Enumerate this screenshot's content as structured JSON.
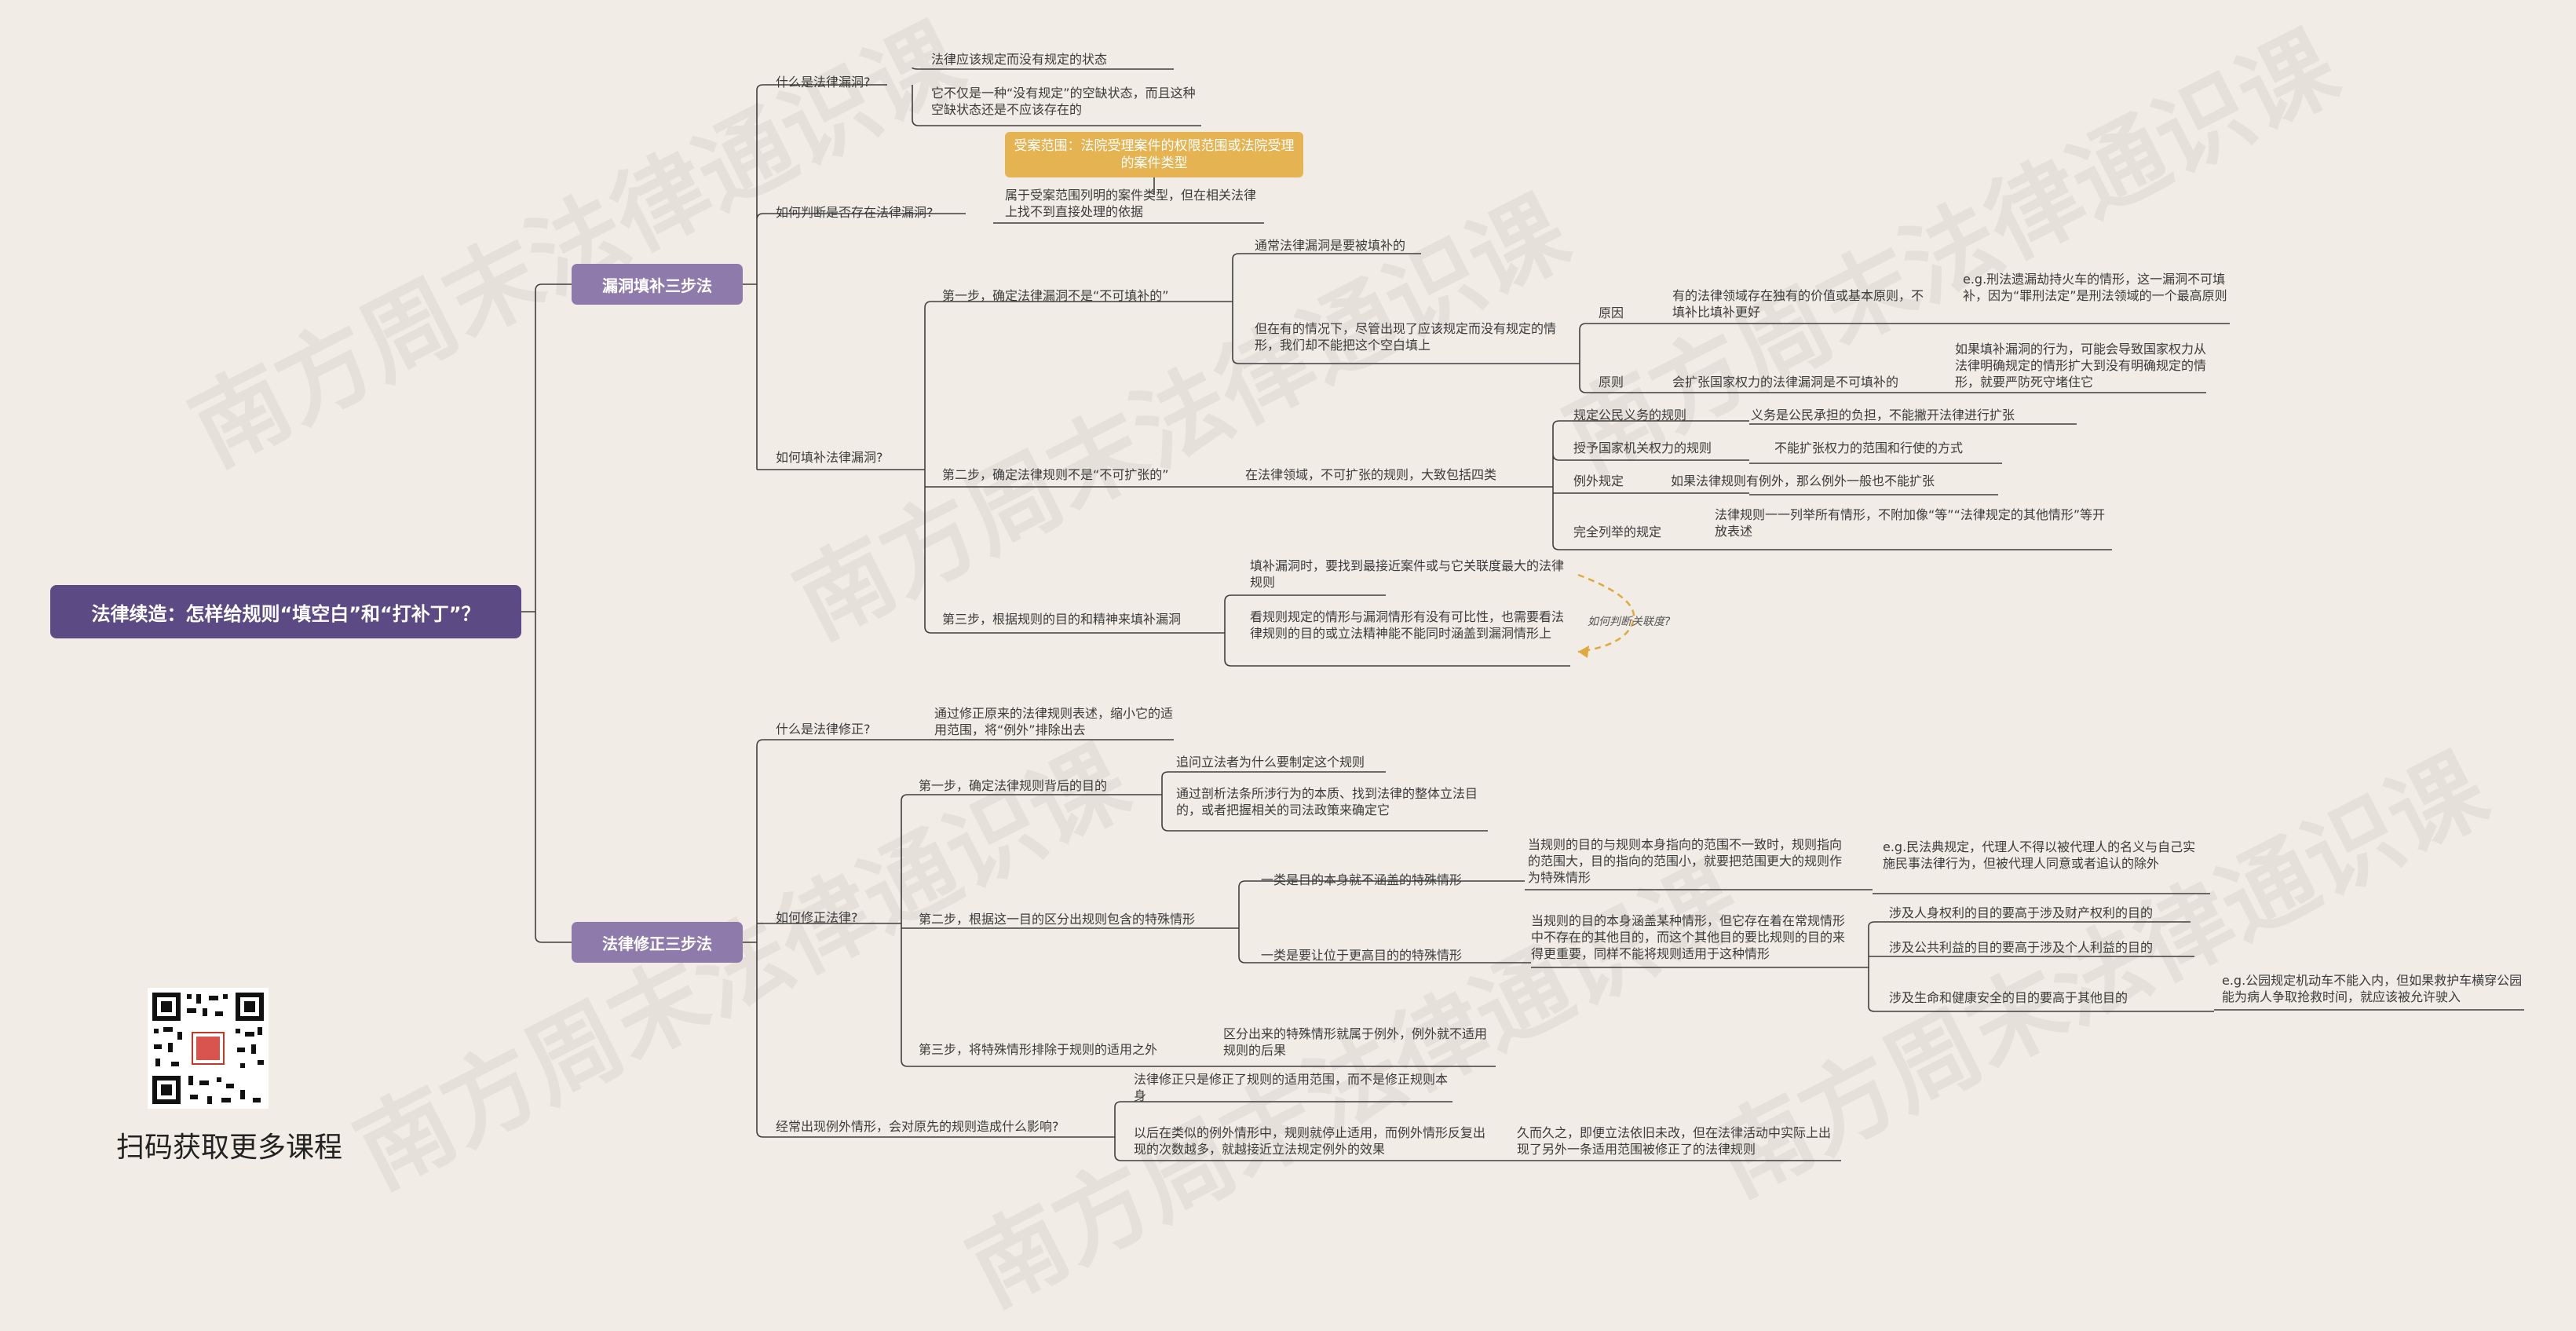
{
  "root": "法律续造：怎样给规则“填空白”和“打补丁”？",
  "branches": {
    "b1": "漏洞填补三步法",
    "b2": "法律修正三步法"
  },
  "n": {
    "q1": "什么是法律漏洞?",
    "q1a": "法律应该规定而没有规定的状态",
    "q1b": "它不仅是一种“没有规定”的空缺状态，而且这种空缺状态还是不应该存在的",
    "hl": "受案范围：法院受理案件的权限范围或法院受理的案件类型",
    "q2": "如何判断是否存在法律漏洞?",
    "q2a": "属于受案范围列明的案件类型，但在相关法律上找不到直接处理的依据",
    "q3": "如何填补法律漏洞?",
    "s1": "第一步，确定法律漏洞不是“不可填补的”",
    "s1a": "通常法律漏洞是要被填补的",
    "s1b": "但在有的情况下，尽管出现了应该规定而没有规定的情形，我们却不能把这个空白填上",
    "yuanyin": "原因",
    "yuanyin_a": "有的法律领域存在独有的价值或基本原则，不填补比填补更好",
    "yuanyin_b": "e.g.刑法遗漏劫持火车的情形，这一漏洞不可填补，因为“罪刑法定”是刑法领域的一个最高原则",
    "yuanze": "原则",
    "yuanze_a": "会扩张国家权力的法律漏洞是不可填补的",
    "yuanze_b": "如果填补漏洞的行为，可能会导致国家权力从法律明确规定的情形扩大到没有明确规定的情形，就要严防死守堵住它",
    "s2": "第二步，确定法律规则不是“不可扩张的”",
    "s2a": "在法律领域，不可扩张的规则，大致包括四类",
    "k1": "规定公民义务的规则",
    "k1a": "义务是公民承担的负担，不能撇开法律进行扩张",
    "k2": "授予国家机关权力的规则",
    "k2a": "不能扩张权力的范围和行使的方式",
    "k3": "例外规定",
    "k3a": "如果法律规则有例外，那么例外一般也不能扩张",
    "k4": "完全列举的规定",
    "k4a": "法律规则一一列举所有情形，不附加像“等”“法律规定的其他情形”等开放表述",
    "s3": "第三步，根据规则的目的和精神来填补漏洞",
    "s3a": "填补漏洞时，要找到最接近案件或与它关联度最大的法律规则",
    "s3b": "看规则规定的情形与漏洞情形有没有可比性，也需要看法律规则的目的或立法精神能不能同时涵盖到漏洞情形上",
    "note": "如何判断关联度?",
    "r1": "什么是法律修正?",
    "r1a": "通过修正原来的法律规则表述，缩小它的适用范围，将“例外”排除出去",
    "r2": "如何修正法律?",
    "t1": "第一步，确定法律规则背后的目的",
    "t1a": "追问立法者为什么要制定这个规则",
    "t1b": "通过剖析法条所涉行为的本质、找到法律的整体立法目的，或者把握相关的司法政策来确定它",
    "t2": "第二步，根据这一目的区分出规则包含的特殊情形",
    "c1": "一类是目的本身就不涵盖的特殊情形",
    "c1a": "当规则的目的与规则本身指向的范围不一致时，规则指向的范围大，目的指向的范围小，就要把范围更大的规则作为特殊情形",
    "c1b": "e.g.民法典规定，代理人不得以被代理人的名义与自己实施民事法律行为，但被代理人同意或者追认的除外",
    "c2": "一类是要让位于更高目的的特殊情形",
    "c2a": "当规则的目的本身涵盖某种情形，但它存在着在常规情形中不存在的其他目的，而这个其他目的要比规则的目的来得更重要，同样不能将规则适用于这种情形",
    "c2b": "涉及人身权利的目的要高于涉及财产权利的目的",
    "c2c": "涉及公共利益的目的要高于涉及个人利益的目的",
    "c2d": "涉及生命和健康安全的目的要高于其他目的",
    "c2e": "e.g.公园规定机动车不能入内，但如果救护车横穿公园能为病人争取抢救时间，就应该被允许驶入",
    "t3": "第三步，将特殊情形排除于规则的适用之外",
    "t3a": "区分出来的特殊情形就属于例外，例外就不适用规则的后果",
    "r3": "经常出现例外情形，会对原先的规则造成什么影响?",
    "r3a": "法律修正只是修正了规则的适用范围，而不是修正规则本身",
    "r3b": "以后在类似的例外情形中，规则就停止适用，而例外情形反复出现的次数越多，就越接近立法规定例外的效果",
    "r3c": "久而久之，即便立法依旧未改，但在法律活动中实际上出现了另外一条适用范围被修正了的法律规则"
  },
  "watermark": "南方周末法律通识课",
  "qr_caption": "扫码获取更多课程",
  "colors": {
    "background": "#f1ece5",
    "root": "#5b4a83",
    "branch": "#8e7aab",
    "highlight": "#e5b352",
    "line": "#3f3f3f"
  }
}
